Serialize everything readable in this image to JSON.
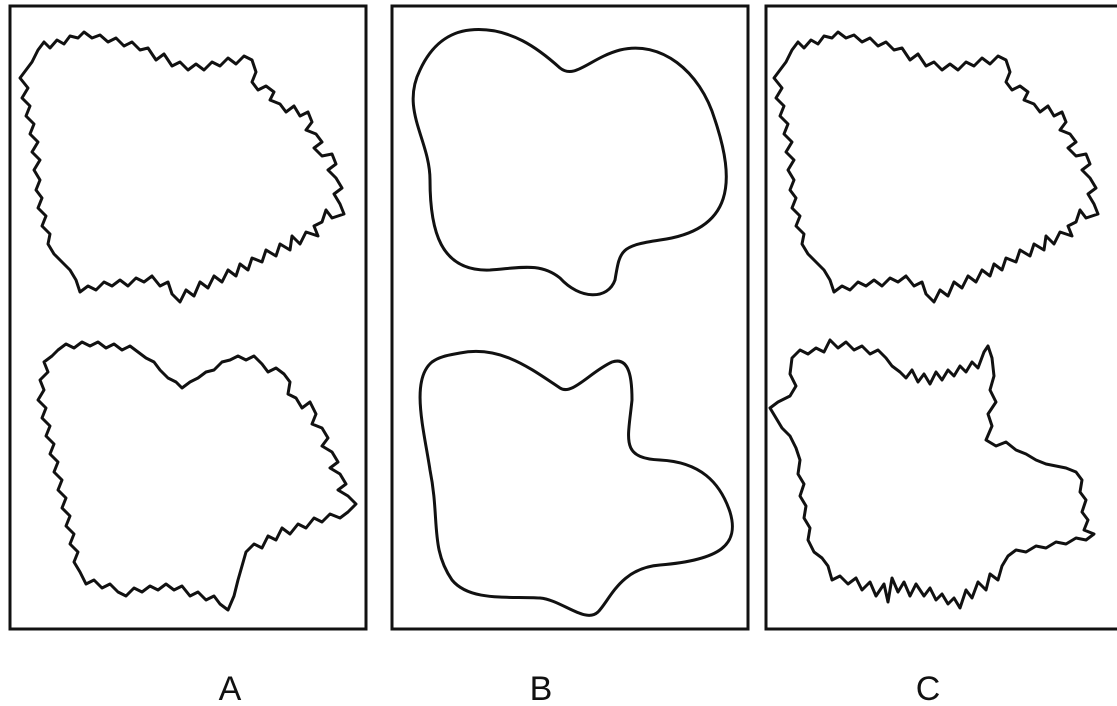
{
  "panels": [
    {
      "label": "A",
      "description": "irregular-outline-pair"
    },
    {
      "label": "B",
      "description": "smooth-outline-pair"
    },
    {
      "label": "C",
      "description": "irregular-outline-pair"
    }
  ],
  "colors": {
    "stroke": "#111111",
    "background": "#ffffff"
  }
}
